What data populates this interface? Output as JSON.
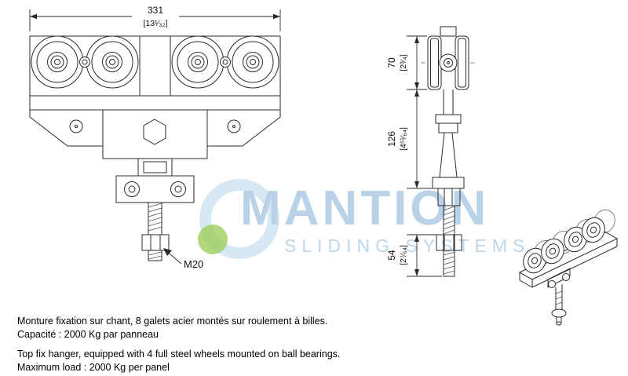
{
  "watermark": {
    "brand": "MANTION",
    "tagline": "SLIDING  SYSTEMS",
    "brand_color": "#aecbe4",
    "logo_green": "#8cc63f"
  },
  "dimensions": {
    "width": {
      "mm": "331",
      "inch": "[13¹⁄₃₂]"
    },
    "wheel_height": {
      "mm": "70",
      "inch": "[2³⁄₄]"
    },
    "mid_height": {
      "mm": "126",
      "inch": "[4⁶¹⁄₆₄]"
    },
    "rod_height": {
      "mm": "54",
      "inch": "[2⁷⁄₆₄]"
    },
    "thread_label": "M20"
  },
  "notes": {
    "fr_line1": "Monture fixation sur chant,  8 galets acier montés sur roulement à billes.",
    "fr_line2": "Capacité : 2000 Kg par panneau",
    "en_line1": "Top fix hanger, equipped with 4 full steel wheels mounted on ball bearings.",
    "en_line2": "Maximum load : 2000 Kg per panel"
  }
}
